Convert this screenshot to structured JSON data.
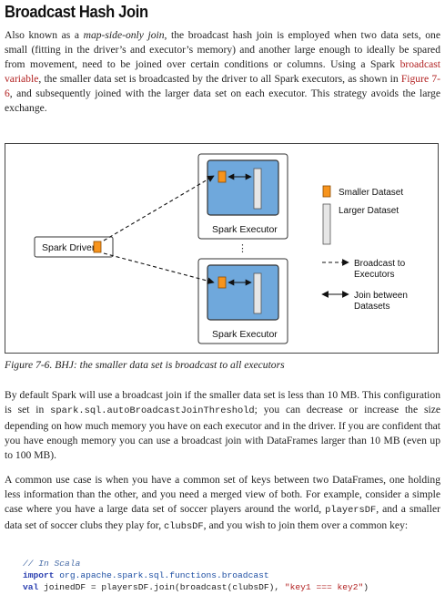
{
  "section": {
    "title": "Broadcast Hash Join"
  },
  "para1": {
    "s1": "Also known as a ",
    "s1_em": "map-side-only join",
    "s2": ", the broadcast hash join is employed when two data sets, one small (fitting in the driver’s and executor’s memory) and another large enough to ideally be spared from movement, need to be joined over certain conditions or columns. Using a Spark ",
    "link1": "broadcast variable",
    "s3": ", the smaller data set is broadcasted by the driver to all Spark executors, as shown in ",
    "link2": "Figure 7-6",
    "s4": ", and subsequently joined with the larger data set on each executor. This strategy avoids the large exchange."
  },
  "figure": {
    "driver_label": "Spark Driver",
    "executor_top_label": "Spark Executor",
    "executor_bottom_label": "Spark Executor",
    "ellipsis": "⋮",
    "legend": {
      "smaller": "Smaller Dataset",
      "larger": "Larger Dataset",
      "broadcast_l1": "Broadcast to",
      "broadcast_l2": "Executors",
      "join_l1": "Join between",
      "join_l2": "Datasets"
    },
    "colors": {
      "smaller": "#f7941d",
      "larger": "#e6e6e6",
      "executor_fill": "#6fa8dc"
    },
    "caption": "Figure 7-6. BHJ: the smaller data set is broadcast to all executors"
  },
  "para2": {
    "s1": "By default Spark will use a broadcast join if the smaller data set is less than 10 MB. This configuration is set in ",
    "code1": "spark.sql.autoBroadcastJoinThreshold",
    "s2": "; you can decrease or increase the size depending on how much memory you have on each executor and in the driver. If you are confident that you have enough memory you can use a broadcast join with DataFrames larger than 10 MB (even up to 100 MB)."
  },
  "para3": {
    "s1": "A common use case is when you have a common set of keys between two DataFrames, one holding less information than the other, and you need a merged view of both. For example, consider a simple case where you have a large data set of soccer players around the world, ",
    "code1": "playersDF",
    "s2": ", and a smaller data set of soccer clubs they play for, ",
    "code2": "clubsDF",
    "s3": ", and you wish to join them over a common key:"
  },
  "code": {
    "comment": "// In Scala",
    "import_kw": "import",
    "import_path": " org.apache.spark.sql.functions.broadcast",
    "val_kw": "val",
    "val_name": " joinedDF",
    "eq": " = ",
    "expr": "playersDF.join(broadcast(clubsDF), ",
    "str": "\"key1 === key2\"",
    "close": ")"
  }
}
